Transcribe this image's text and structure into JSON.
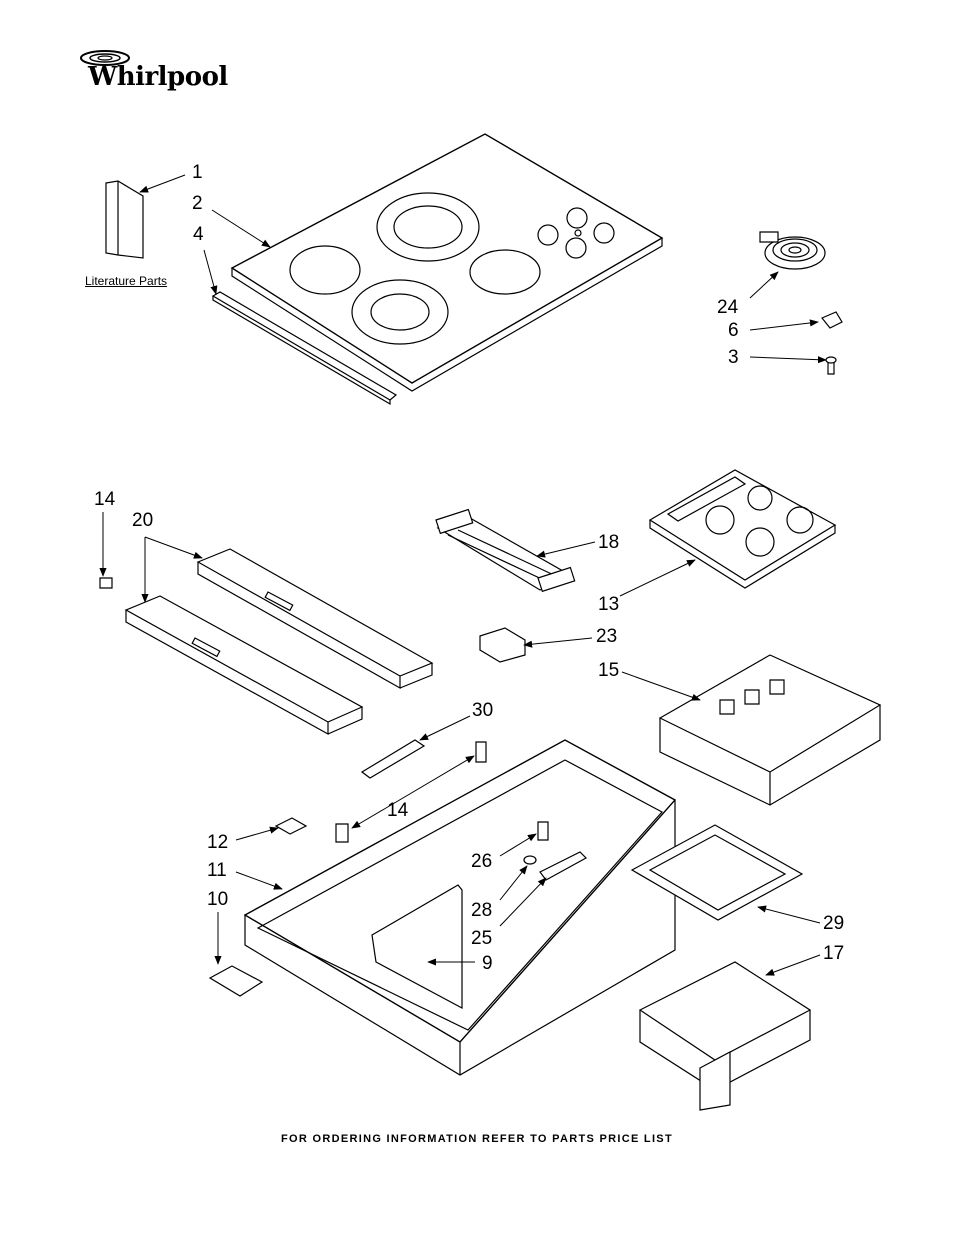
{
  "brand": {
    "logo_text": "Whirlpool"
  },
  "literature_label": "Literature Parts",
  "footer": "FOR ORDERING INFORMATION REFER TO PARTS PRICE LIST",
  "callouts": {
    "c1": "1",
    "c2": "2",
    "c4": "4",
    "c24": "24",
    "c6": "6",
    "c3": "3",
    "c14a": "14",
    "c20": "20",
    "c18": "18",
    "c13": "13",
    "c23": "23",
    "c15": "15",
    "c30": "30",
    "c14b": "14",
    "c12": "12",
    "c11": "11",
    "c10": "10",
    "c26": "26",
    "c28": "28",
    "c25": "25",
    "c9": "9",
    "c29": "29",
    "c17": "17"
  }
}
